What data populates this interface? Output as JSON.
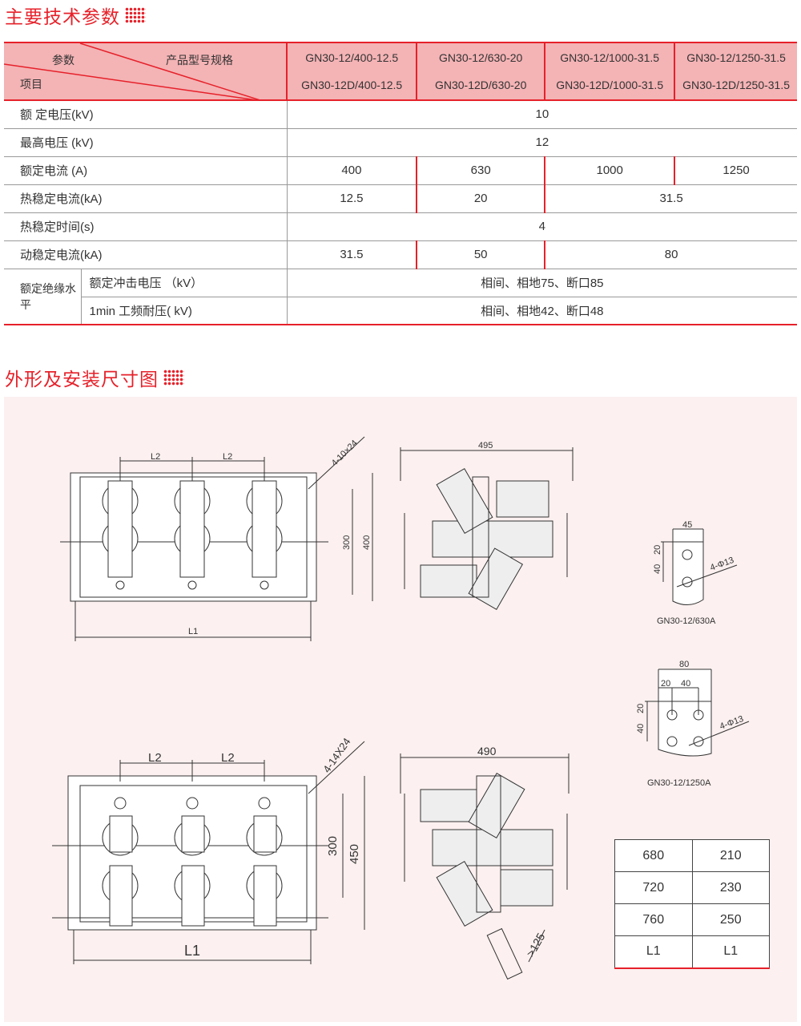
{
  "section1_title": "主要技术参数",
  "table": {
    "header": {
      "param": "参数",
      "model_spec": "产品型号规格",
      "item": "项目",
      "models": [
        [
          "GN30-12/400-12.5",
          "GN30-12D/400-12.5"
        ],
        [
          "GN30-12/630-20",
          "GN30-12D/630-20"
        ],
        [
          "GN30-12/1000-31.5",
          "GN30-12D/1000-31.5"
        ],
        [
          "GN30-12/1250-31.5",
          "GN30-12D/1250-31.5"
        ]
      ]
    },
    "rows": {
      "rated_voltage": {
        "label": "额 定电压(kV)",
        "value": "10"
      },
      "max_voltage": {
        "label": "最高电压 (kV)",
        "value": "12"
      },
      "rated_current": {
        "label": "额定电流 (A)",
        "values": [
          "400",
          "630",
          "1000",
          "1250"
        ]
      },
      "thermal_current": {
        "label": "热稳定电流(kA)",
        "values": [
          "12.5",
          "20",
          "31.5"
        ]
      },
      "thermal_time": {
        "label": "热稳定时间(s)",
        "value": "4"
      },
      "dynamic_current": {
        "label": "动稳定电流(kA)",
        "values": [
          "31.5",
          "50",
          "80"
        ]
      },
      "insulation": {
        "label": "额定绝缘水平",
        "impulse_label": "额定冲击电压 （kV）",
        "impulse_value": "相间、相地75、断口85",
        "power_freq_label": "1min 工频耐压( kV)",
        "power_freq_value": "相间、相地42、断口48"
      }
    }
  },
  "section2_title": "外形及安装尺寸图",
  "drawing": {
    "top_front": {
      "l2a": "L2",
      "l2b": "L2",
      "h300": "300",
      "h400": "400",
      "l1": "L1",
      "holes": "4-10×24"
    },
    "top_side": {
      "width": "495"
    },
    "detail_630": {
      "w": "45",
      "d20": "20",
      "d40": "40",
      "holes": "4-Φ13",
      "caption": "GN30-12/630A"
    },
    "detail_1250": {
      "w": "80",
      "d20a": "20",
      "d40a": "40",
      "d20": "20",
      "d40": "40",
      "holes": "4-Φ13",
      "caption": "GN30-12/1250A"
    },
    "bottom_front": {
      "l2a": "L2",
      "l2b": "L2",
      "h300": "300",
      "h450": "450",
      "l1": "L1",
      "holes": "4-14X24"
    },
    "bottom_side": {
      "width": "490",
      "clearance": ">125"
    }
  },
  "dim_table": [
    [
      "680",
      "210"
    ],
    [
      "720",
      "230"
    ],
    [
      "760",
      "250"
    ],
    [
      "L1",
      "L1"
    ]
  ]
}
